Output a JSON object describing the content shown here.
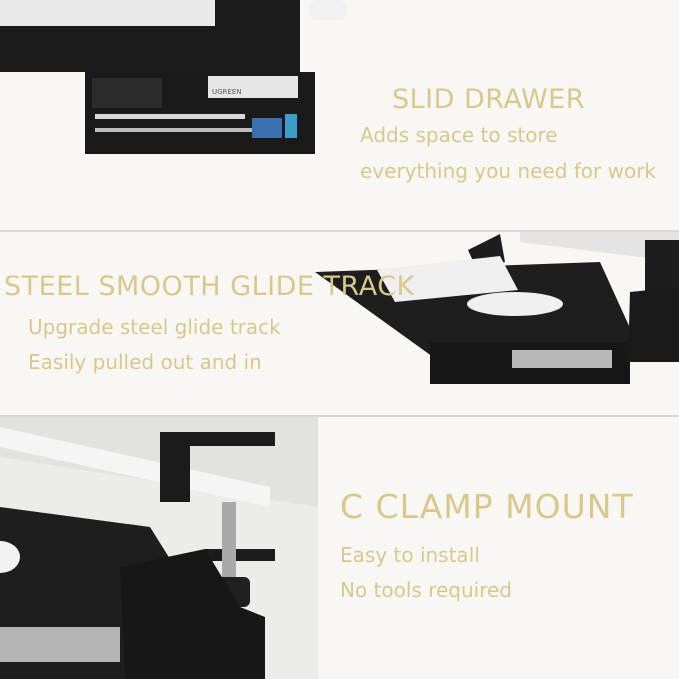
{
  "colors": {
    "background": "#f8f7f4",
    "text": "#d8c88e",
    "product": "#1c1c1c",
    "divider": "#d8d8d6"
  },
  "sections": [
    {
      "heading": "SLID DRAWER",
      "lines": [
        "Adds space to store",
        "everything you need for work"
      ]
    },
    {
      "heading": "STEEL SMOOTH GLIDE TRACK",
      "lines": [
        "Upgrade steel glide track",
        "Easily pulled out and in"
      ]
    },
    {
      "heading": "C CLAMP MOUNT",
      "lines": [
        "Easy to install",
        "No tools required"
      ]
    }
  ],
  "product_label": "UGREEN"
}
